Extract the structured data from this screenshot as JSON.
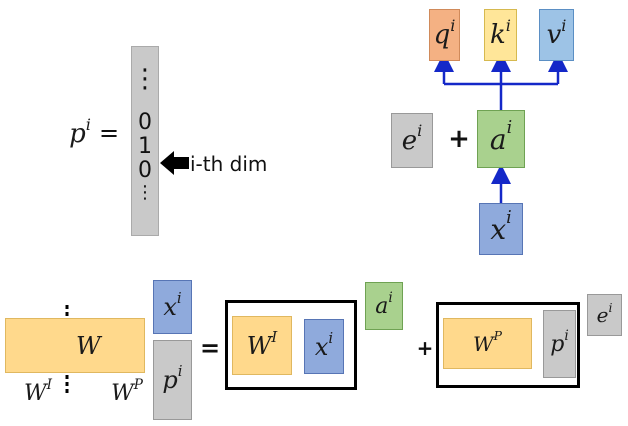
{
  "colors": {
    "q": "#f4b183",
    "k": "#ffe699",
    "v": "#9dc3e6",
    "a": "#a9d18e",
    "x": "#8faadc",
    "e": "#c9c9c9",
    "p_vec": "#c9c9c9",
    "w": "#ffd98c",
    "arrow": "#1428c8"
  },
  "top_left": {
    "p_label": "p",
    "p_sup": "i",
    "equals": "=",
    "vector_dots_top": "⋮",
    "vector_values": [
      "0",
      "1",
      "0"
    ],
    "vector_dots_bottom": "⋮",
    "arrow_label": "i-th dim"
  },
  "top_right": {
    "q": {
      "base": "q",
      "sup": "i"
    },
    "k": {
      "base": "k",
      "sup": "i"
    },
    "v": {
      "base": "v",
      "sup": "i"
    },
    "e": {
      "base": "e",
      "sup": "i"
    },
    "plus": "+",
    "a": {
      "base": "a",
      "sup": "i"
    },
    "x": {
      "base": "x",
      "sup": "i"
    }
  },
  "bottom": {
    "w_label": "W",
    "wi_label": {
      "base": "W",
      "sup": "I"
    },
    "wp_label": {
      "base": "W",
      "sup": "P"
    },
    "x": {
      "base": "x",
      "sup": "i"
    },
    "p": {
      "base": "p",
      "sup": "i"
    },
    "equals": "=",
    "box1_w": {
      "base": "W",
      "sup": "I"
    },
    "box1_x": {
      "base": "x",
      "sup": "i"
    },
    "a": {
      "base": "a",
      "sup": "i"
    },
    "plus": "+",
    "box2_w": {
      "base": "W",
      "sup": "P"
    },
    "box2_p": {
      "base": "p",
      "sup": "i"
    },
    "e": {
      "base": "e",
      "sup": "i"
    }
  }
}
